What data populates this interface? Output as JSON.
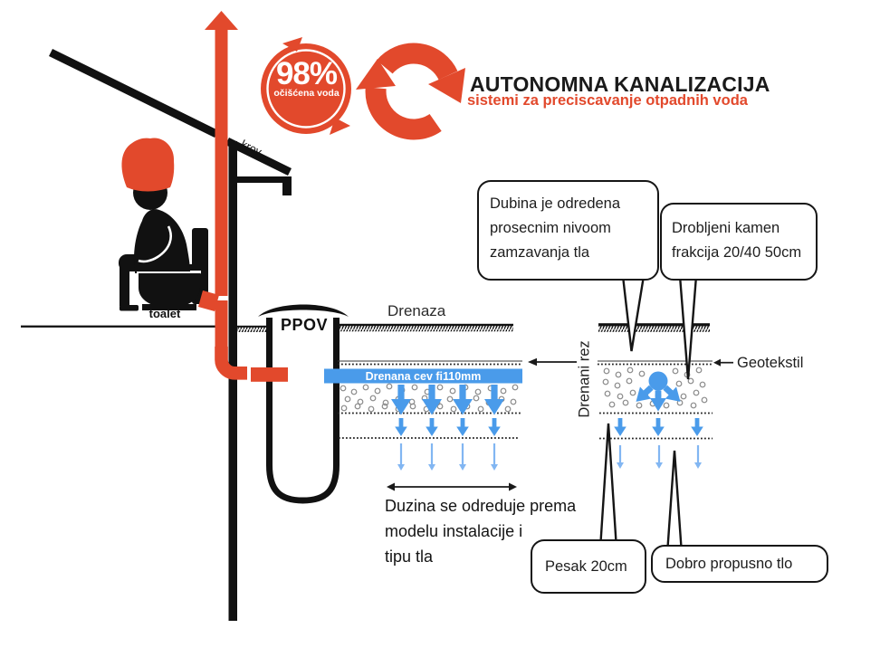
{
  "header": {
    "badge_percent": "98%",
    "badge_label": "očišćena voda",
    "title": "AUTONOMNA KANALIZACIJA",
    "subtitle": "sistemi za preciscavanje otpadnih voda"
  },
  "scene": {
    "krov": "krov",
    "toalet": "toalet",
    "ppov": "PPOV",
    "drenaza": "Drenaza",
    "drain_pipe": "Drenana cev fi110mm",
    "drenani_rez": "Drenani rez",
    "geotekstil": "Geotekstil",
    "duzina_lines": [
      "Duzina se odreduje prema",
      "modelu instalacije i",
      "tipu tla"
    ]
  },
  "callouts": {
    "dubina_lines": [
      "Dubina je odredena",
      "prosecnim nivoom",
      "zamzavanja tla"
    ],
    "drobljeni_lines": [
      "Drobljeni kamen",
      "frakcija 20/40 50cm"
    ],
    "pesak": "Pesak 20cm",
    "dobro": "Dobro propusno tlo"
  },
  "colors": {
    "red": "#E2492C",
    "blue": "#4A9BEA",
    "light_blue": "#82B6F2",
    "ink": "#111111"
  }
}
